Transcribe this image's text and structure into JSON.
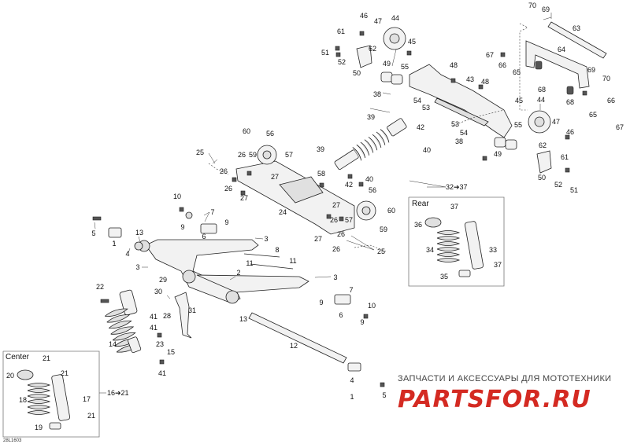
{
  "diagram": {
    "drawing_code": "28L1603",
    "callouts": [
      "1",
      "2",
      "3",
      "4",
      "5",
      "6",
      "7",
      "8",
      "9",
      "10",
      "11",
      "12",
      "13",
      "14",
      "15",
      "17",
      "18",
      "19",
      "20",
      "21",
      "22",
      "23",
      "24",
      "25",
      "26",
      "27",
      "28",
      "29",
      "30",
      "31",
      "33",
      "34",
      "35",
      "36",
      "37",
      "38",
      "39",
      "40",
      "41",
      "42",
      "43",
      "44",
      "45",
      "46",
      "47",
      "48",
      "49",
      "50",
      "51",
      "52",
      "53",
      "54",
      "55",
      "56",
      "57",
      "58",
      "59",
      "60",
      "61",
      "62",
      "63",
      "64",
      "65",
      "66",
      "67",
      "68",
      "69",
      "70"
    ],
    "insets": [
      {
        "title": "Center",
        "ref": "16➔21"
      },
      {
        "title": "Rear",
        "ref": "32➔37"
      }
    ]
  },
  "watermark": {
    "tagline": "ЗАПЧАСТИ И АКСЕССУАРЫ ДЛЯ МОТОТЕХНИКИ",
    "brand": "PARTSFOR.RU",
    "brand_color": "#d42a22"
  }
}
